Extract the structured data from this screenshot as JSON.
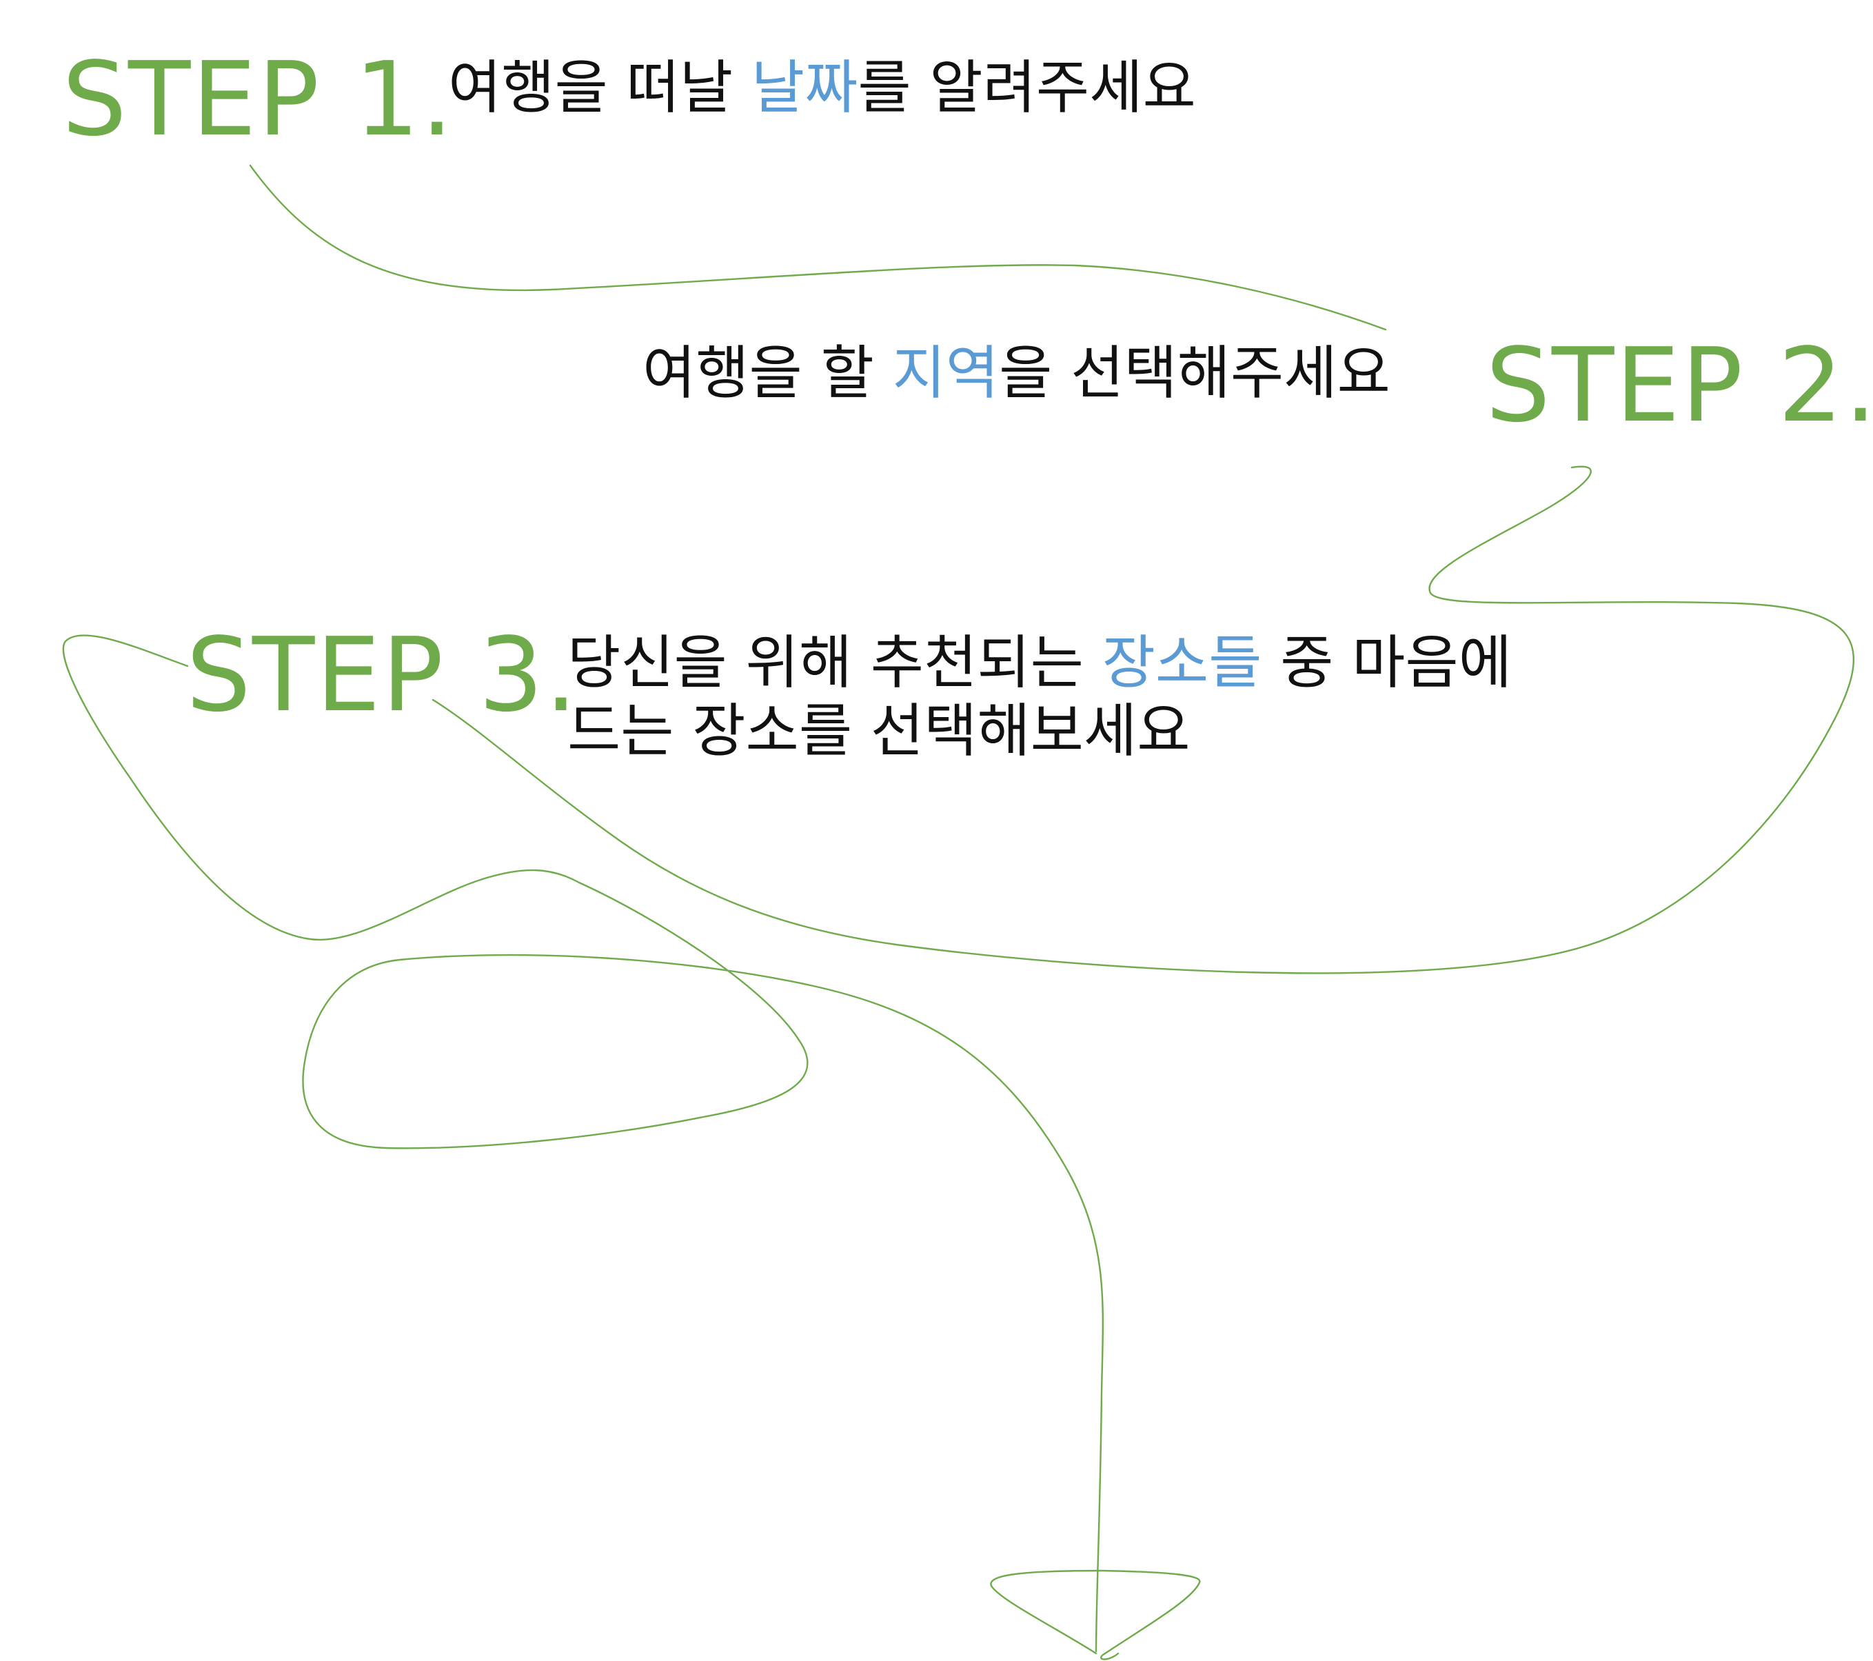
{
  "colors": {
    "step": "#6faa4b",
    "text": "#111111",
    "highlight": "#5b9bd5",
    "path": "#6faa4b"
  },
  "steps": [
    {
      "label": "STEP 1.",
      "instruction": {
        "before": "여행을 떠날 ",
        "highlight": "날짜",
        "after": "를 알려주세요"
      }
    },
    {
      "label": "STEP 2.",
      "instruction": {
        "before": "여행을 할 ",
        "highlight": "지역",
        "after": "을 선택해주세요"
      }
    },
    {
      "label": "STEP 3.",
      "instruction": {
        "before": "당신을 위해 추천되는 ",
        "highlight": "장소들",
        "after": " 중 마음에",
        "line2": "드는 장소를 선택해보세요"
      }
    }
  ],
  "decorations": {
    "flow_line_icon": "hand-drawn-curve",
    "arrow_icon": "arrow-down-icon"
  }
}
